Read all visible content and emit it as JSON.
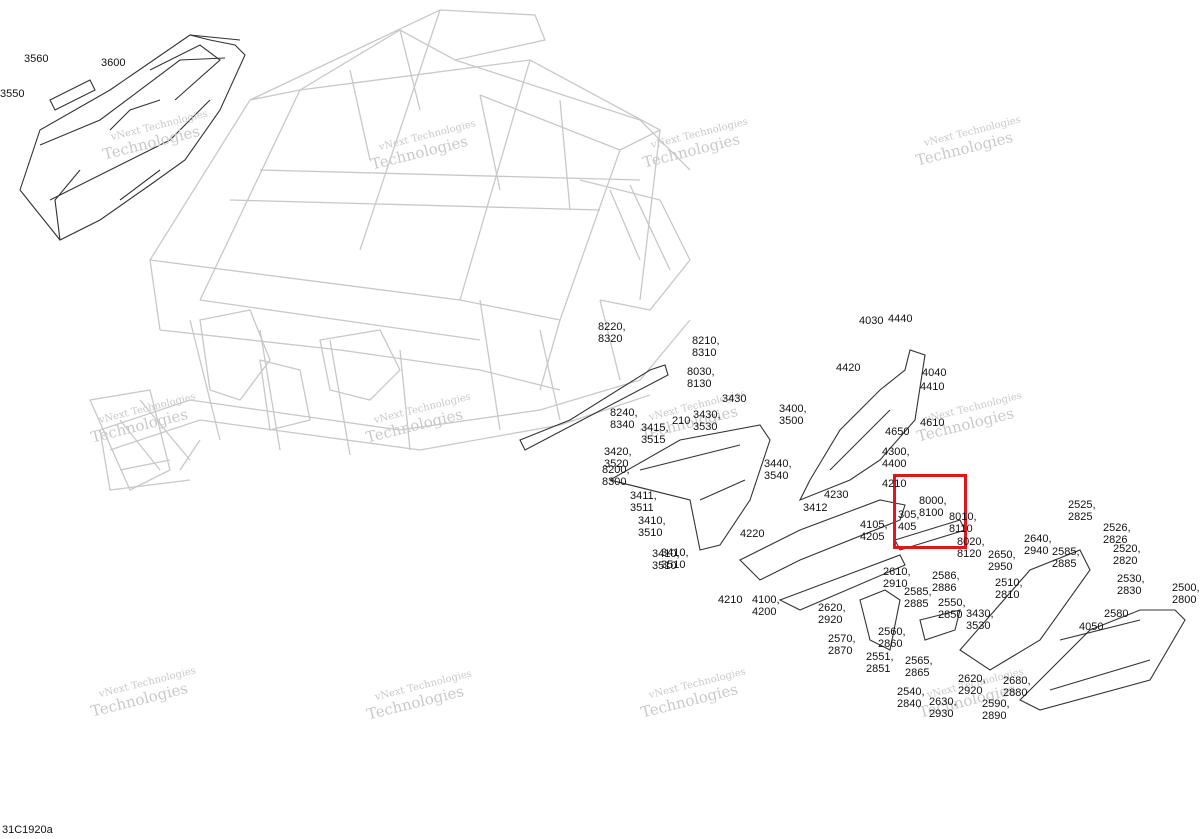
{
  "diagram_code": "31C1920a",
  "watermark": {
    "small": "vNext Technologies",
    "large": "Technologies"
  },
  "highlight_color": "#e0161c",
  "callouts": [
    "3560",
    "3600",
    "3550",
    "8220,\n8320",
    "8210,\n8310",
    "8030,\n8130",
    "8240,\n8340",
    "3430",
    "3415,\n3515",
    "210",
    "3430,\n3530",
    "3420,\n3520",
    "8200,\n8300",
    "3411,\n3511",
    "3410,\n3510",
    "3410,\n3510",
    "3410,\n3510",
    "3412",
    "3400,\n3500",
    "3440,\n3540",
    "4220",
    "4230",
    "4030",
    "4440",
    "4420",
    "4040",
    "4410",
    "4610",
    "4650",
    "4300,\n4400",
    "4210",
    "8000,\n8100",
    "305,\n405",
    "8010,\n8110",
    "8020,\n8120",
    "4105,\n4205",
    "4100,\n4200",
    "4210",
    "2525,\n2825",
    "2526,\n2826",
    "2640,\n2940",
    "2585,\n2885",
    "2520,\n2820",
    "2650,\n2950",
    "2510,\n2810",
    "2530,\n2830",
    "2500,\n2800",
    "2580",
    "4050",
    "2610,\n2910",
    "2586,\n2886",
    "2585,\n2885",
    "2550,\n2850",
    "3430,\n3530",
    "2620,\n2920",
    "2570,\n2870",
    "2560,\n2860",
    "2551,\n2851",
    "2565,\n2865",
    "2540,\n2840",
    "2630,\n2930",
    "2620,\n2920",
    "2680,\n2880",
    "2590,\n2890"
  ]
}
